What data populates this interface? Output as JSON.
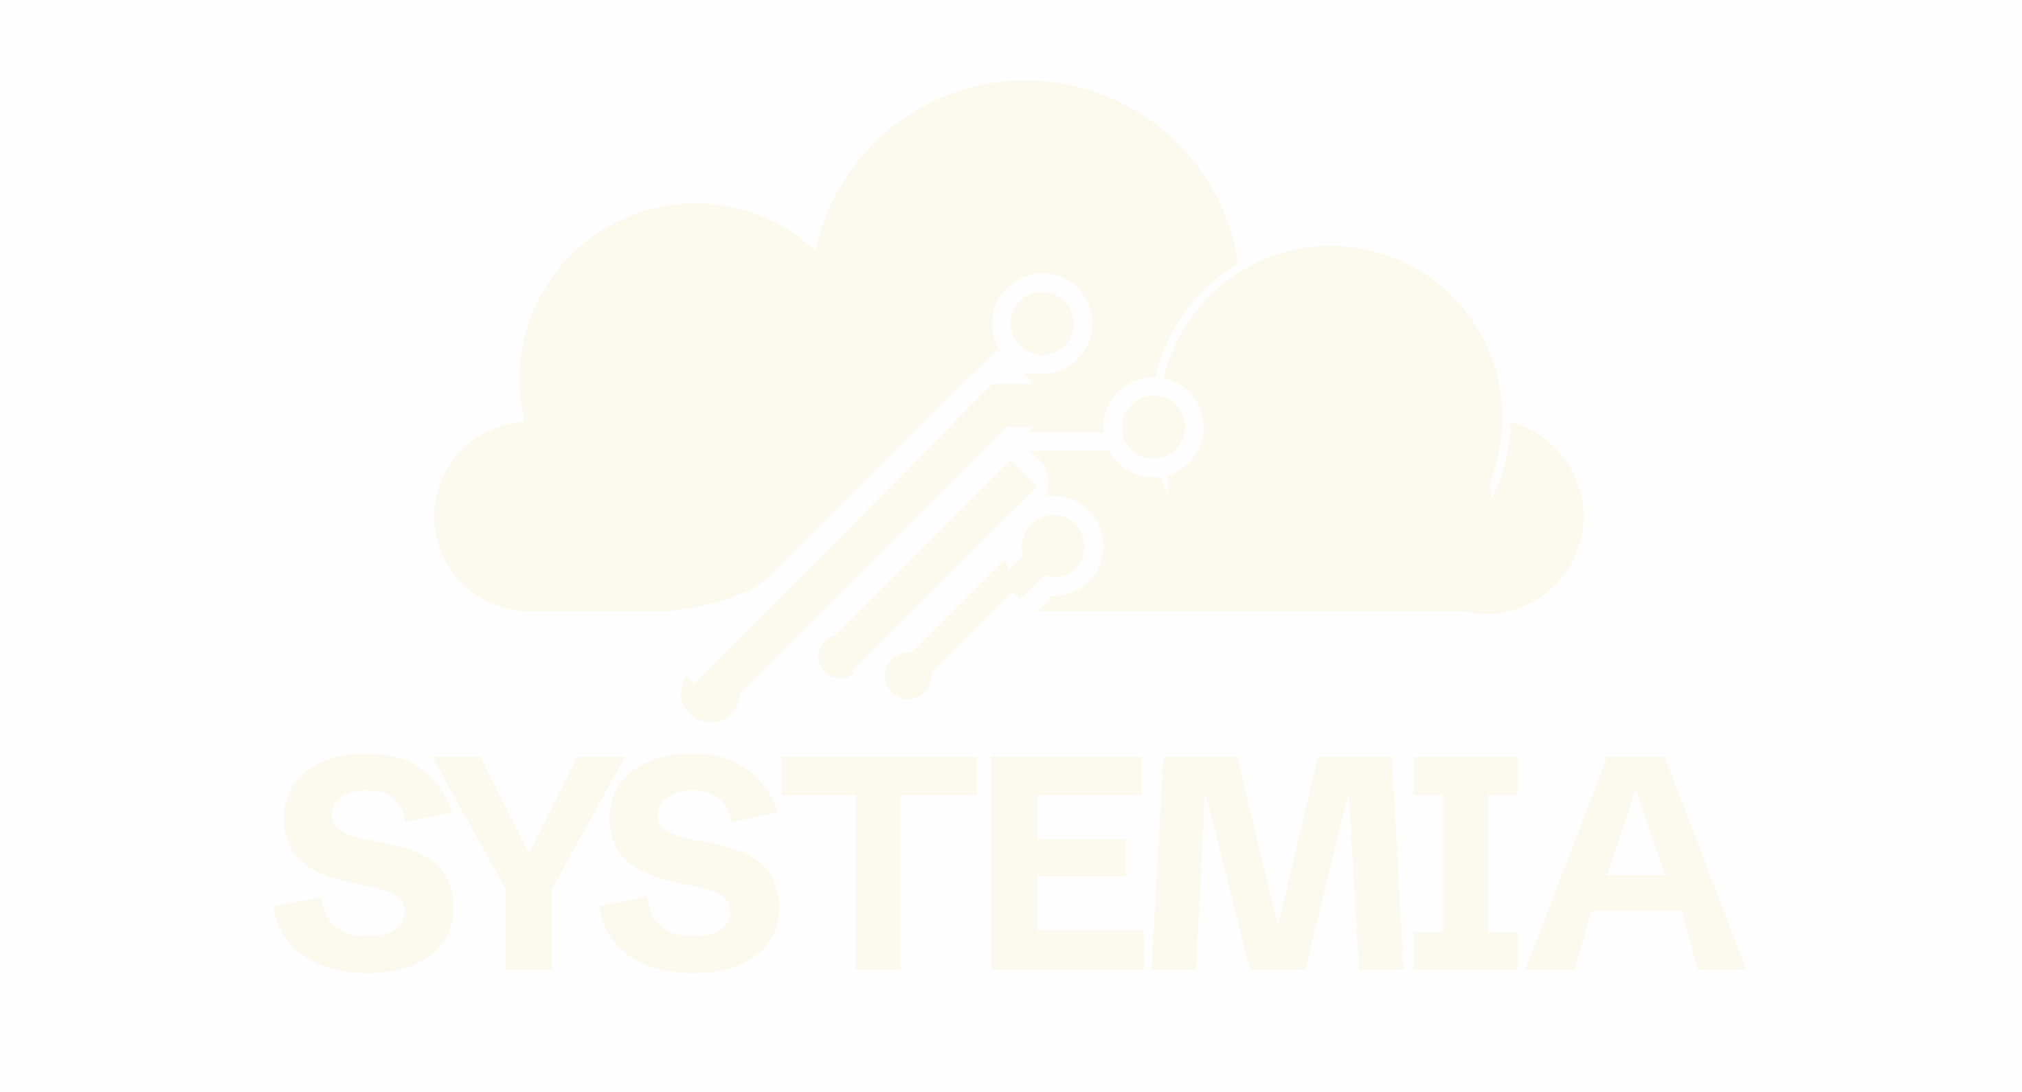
{
  "logo": {
    "brand_name": "SYSTEMIA",
    "letters": [
      "S",
      "Y",
      "S",
      "T",
      "E",
      "M",
      "I",
      "A"
    ],
    "icon": "cloud-circuit-icon",
    "colors": {
      "background": "#FEFEFE",
      "logo_fill": "#FCFAEE",
      "cutout": "#FEFEFE"
    }
  }
}
